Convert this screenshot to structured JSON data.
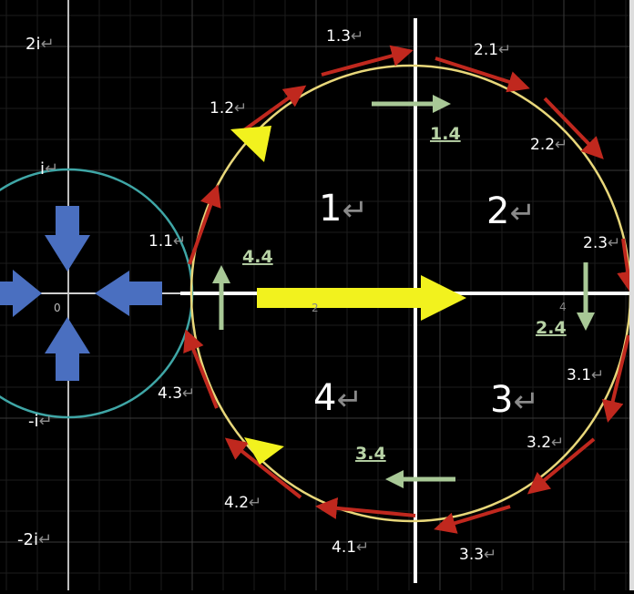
{
  "axis_labels": {
    "two_i": "2i",
    "i": "i",
    "neg_i": "-i",
    "neg_two_i": "-2i",
    "zero": "0",
    "two": "2",
    "four": "4"
  },
  "return_mark": "↵",
  "region_labels": [
    "1",
    "2",
    "3",
    "4"
  ],
  "arrow_labels": {
    "a1_1": "1.1",
    "a1_2": "1.2",
    "a1_3": "1.3",
    "a1_4": "1.4",
    "a2_1": "2.1",
    "a2_2": "2.2",
    "a2_3": "2.3",
    "a2_4": "2.4",
    "a3_1": "3.1",
    "a3_2": "3.2",
    "a3_3": "3.3",
    "a3_4": "3.4",
    "a4_1": "4.1",
    "a4_2": "4.2",
    "a4_3": "4.3",
    "a4_4": "4.4"
  },
  "colors": {
    "background": "#000000",
    "grid": "#2a2a2a",
    "axis": "#ffffff",
    "big_circle": "#e8d77a",
    "small_circle": "#3fa6a6",
    "red_arrow": "#c0281e",
    "yellow_arrow": "#f2f21e",
    "green_arrow": "#a8c896",
    "blue_arrow": "#4a6fc0"
  }
}
